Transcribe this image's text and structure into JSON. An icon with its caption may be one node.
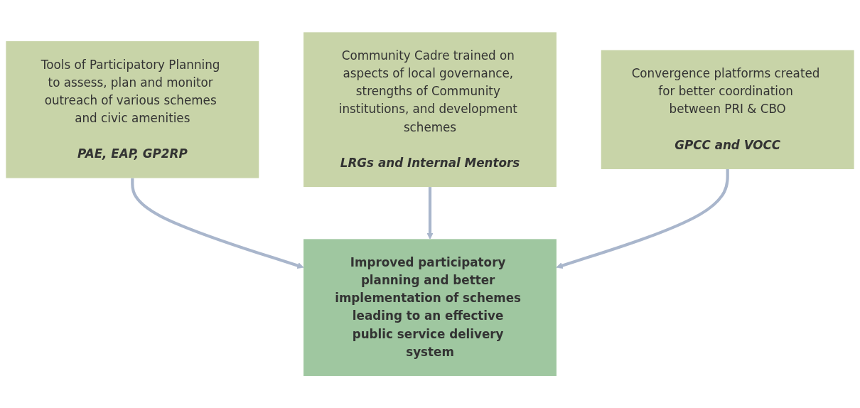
{
  "diagram": {
    "nodes": [
      {
        "text": [
          "Tools of Participatory Planning to assess, plan and monitor outreach of various schemes and civic amenities",
          "PAE, EAP, GP2RP"
        ]
      },
      {
        "text": [
          "Community Cadre trained on aspects of local governance, strengths of Community institutions, and development schemes",
          "LRGs and Internal Mentors"
        ]
      },
      {
        "text": [
          "Improved participatory planning and better implementation of schemes leading to an effective public service delivery system"
        ]
      },
      {
        "text": [
          "Convergence platforms created for better coordination between PRI & CBO",
          "GPCC and VOCC"
        ]
      }
    ],
    "edges": [
      {
        "from": 0,
        "to": 2,
        "arrow": "to"
      },
      {
        "from": 1,
        "to": 2,
        "arrow": "to"
      },
      {
        "from": 3,
        "to": 2,
        "arrow": "to"
      }
    ]
  }
}
